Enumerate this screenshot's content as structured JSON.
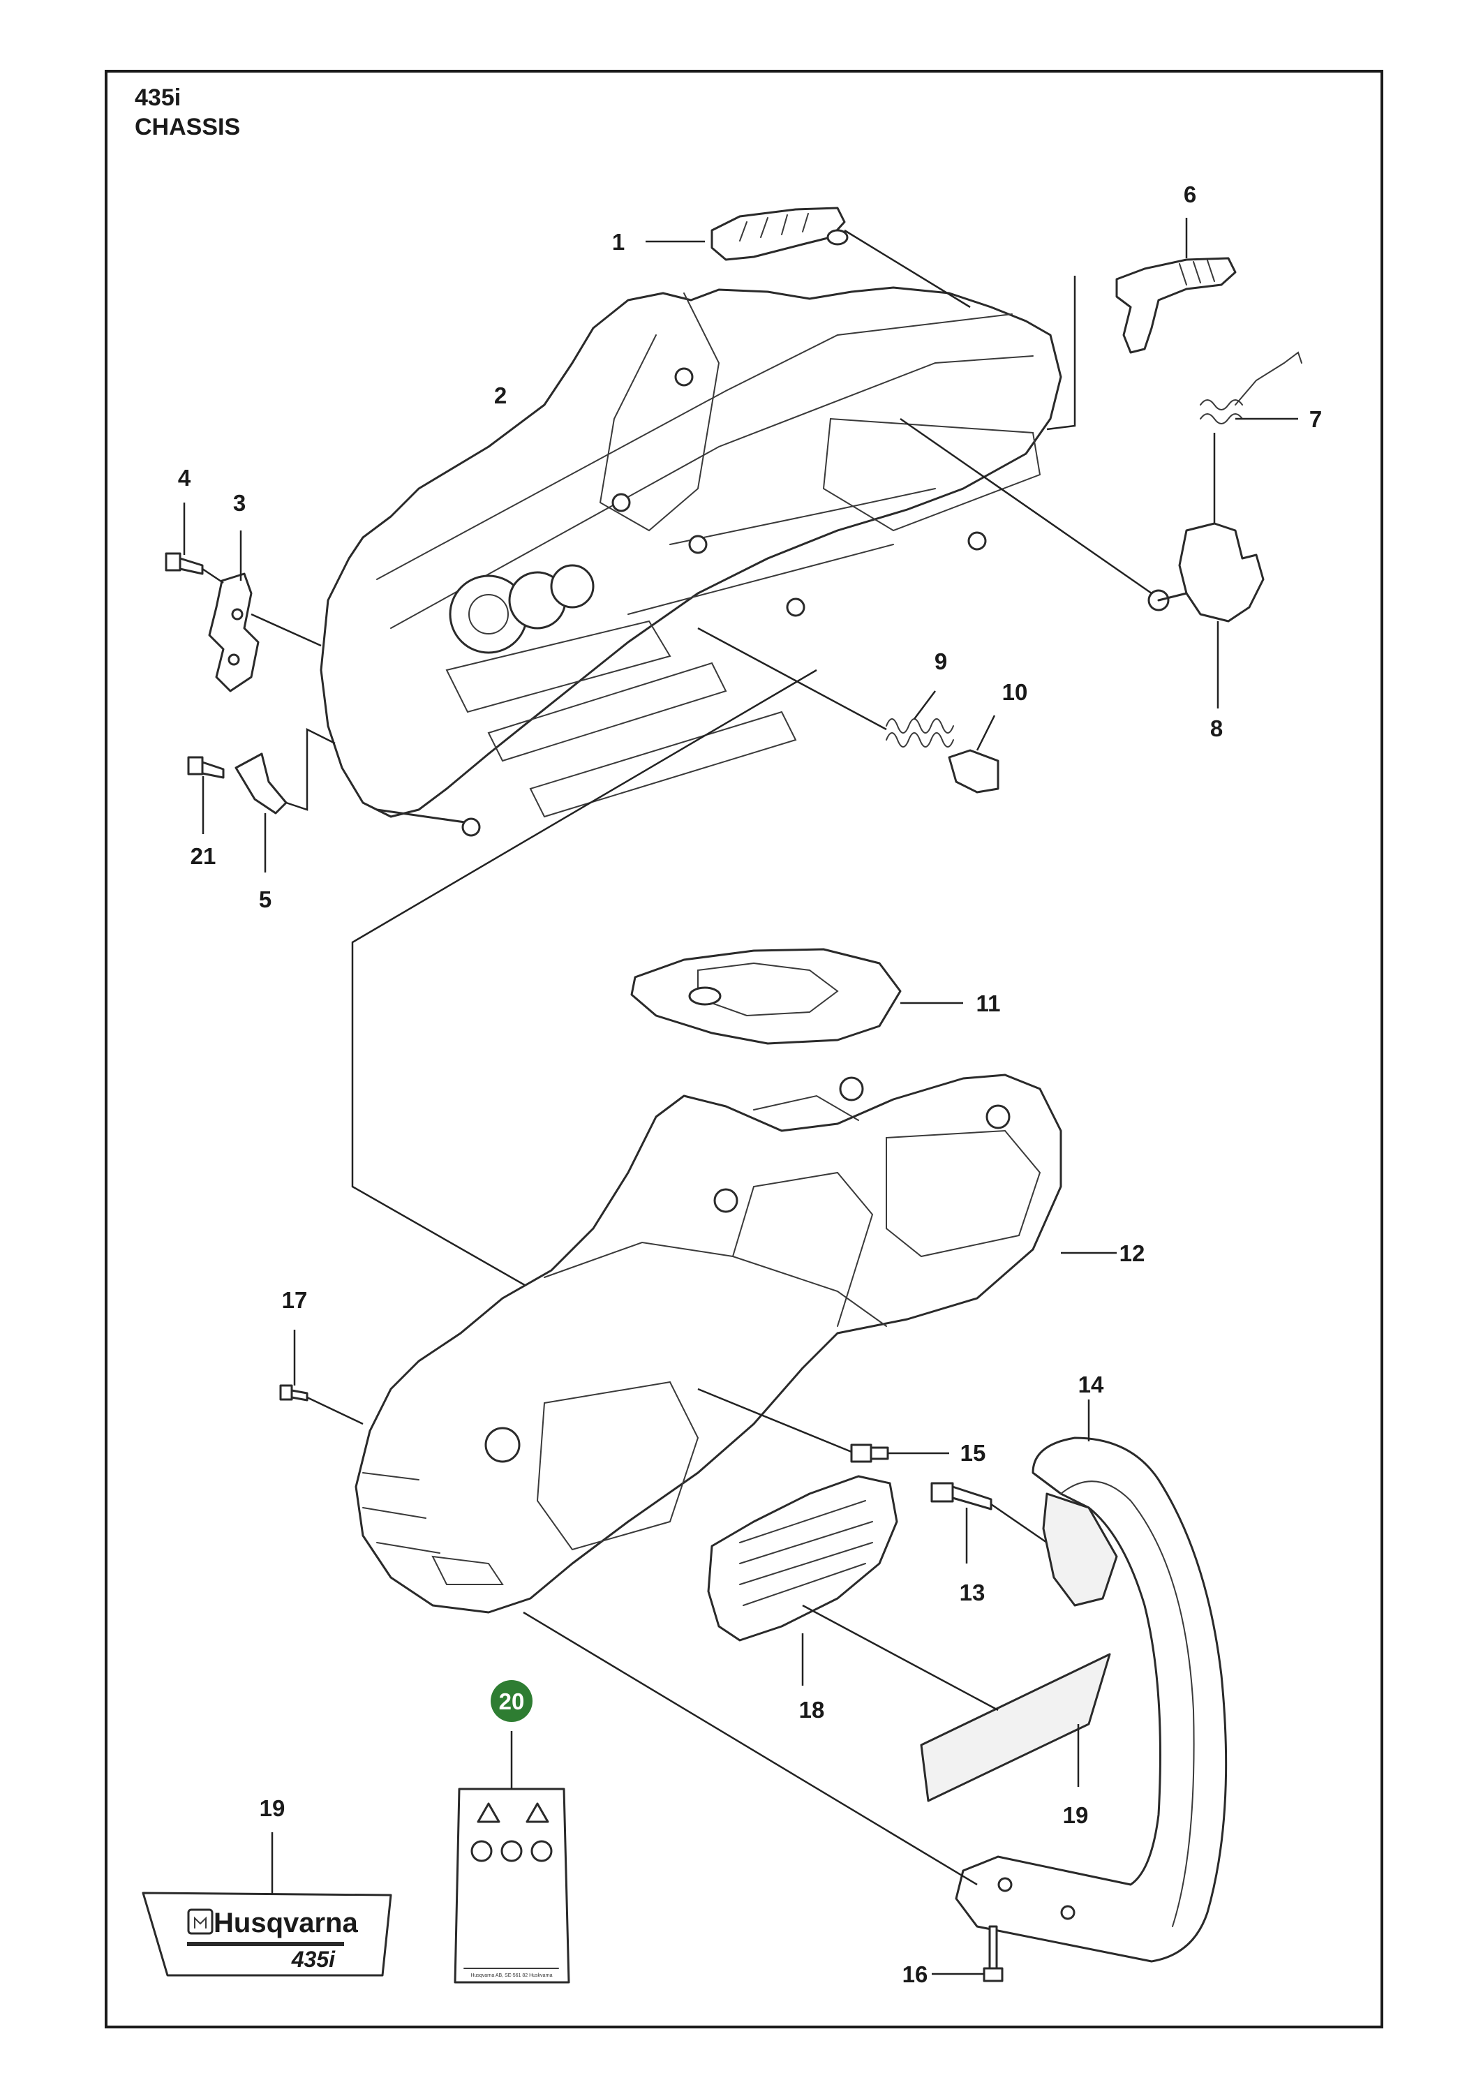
{
  "header": {
    "model": "435i",
    "section": "CHASSIS"
  },
  "callouts": [
    "1",
    "2",
    "3",
    "4",
    "5",
    "6",
    "7",
    "8",
    "9",
    "10",
    "11",
    "12",
    "13",
    "14",
    "15",
    "16",
    "17",
    "18",
    "19",
    "19",
    "20",
    "21"
  ],
  "highlight_callout": {
    "label": "20",
    "color": "#2e7d32"
  },
  "logo_label": {
    "brand": "Husqvarna",
    "model": "435i"
  },
  "label_sheet": {
    "footer_text": "Husqvarna AB, SE-561 82 Huskvarna"
  },
  "colors": {
    "frame": "#1a1a1a",
    "line": "#2a2a2a",
    "accent_green": "#2e7d32"
  }
}
